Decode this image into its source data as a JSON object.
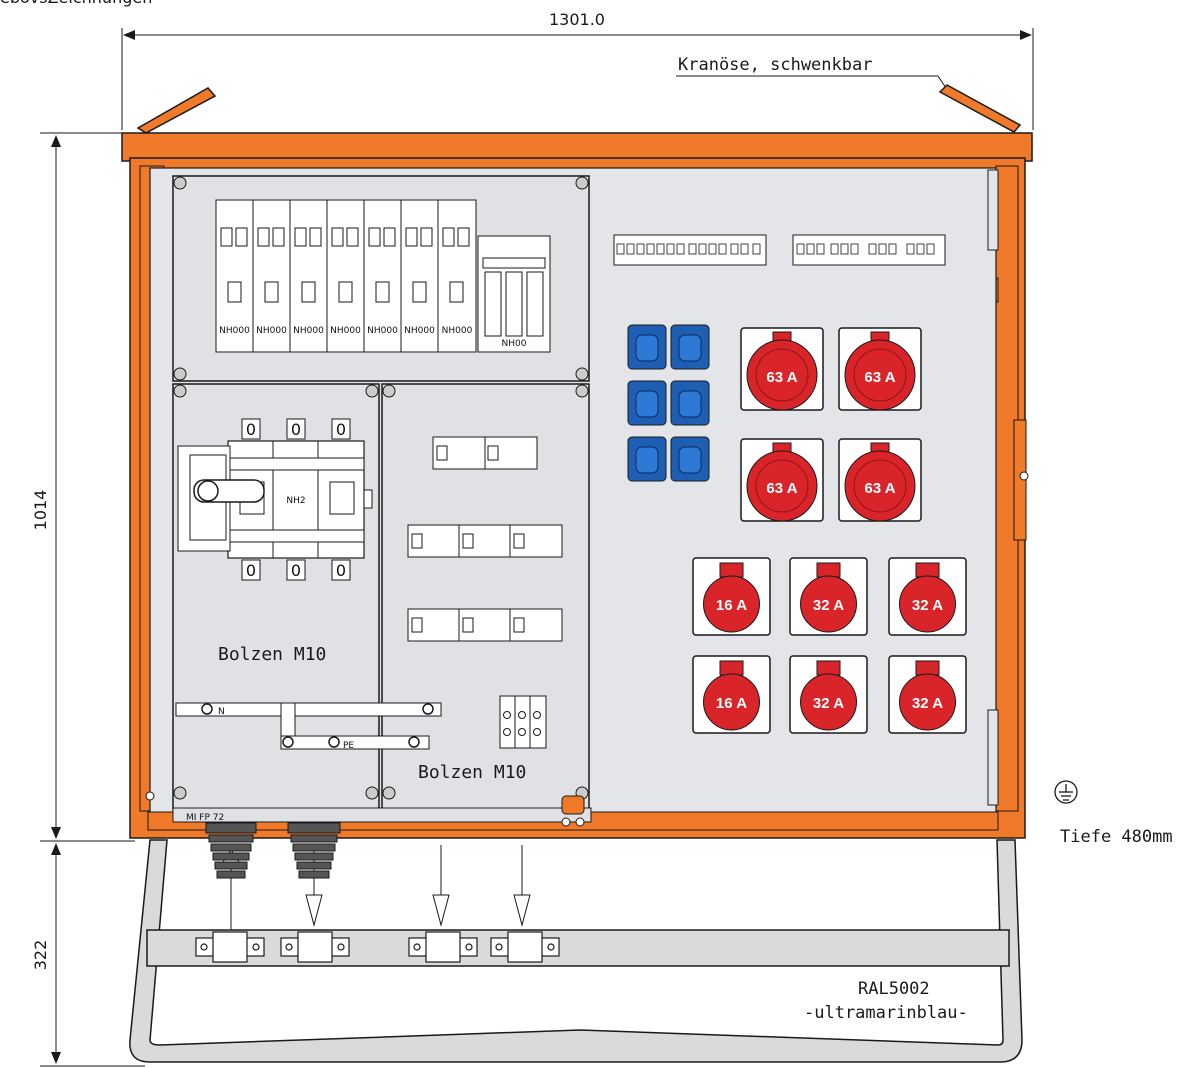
{
  "header_fragment": "ebovsZeichnungen",
  "dimensions": {
    "width": "1301.0",
    "height_main": "1014",
    "height_frame": "322"
  },
  "annotations": {
    "crane_eye": "Kranöse, schwenkbar",
    "bolt_left": "Bolzen M10",
    "bolt_right": "Bolzen M10",
    "depth": "Tiefe 480mm",
    "color_code": "RAL5002",
    "color_name": "-ultramarinblau-",
    "gland_plate": "MI FP 72",
    "neutral": "N",
    "protective_earth": "PE",
    "earth_symbol": "⏚"
  },
  "fuse_labels": [
    "NH000",
    "NH000",
    "NH000",
    "NH000",
    "NH000",
    "NH000",
    "NH000"
  ],
  "fuse_base_label": "NH00",
  "switch_label": "NH2",
  "switch_markers": [
    "0",
    "0",
    "0",
    "0",
    "0",
    "0"
  ],
  "sockets_63A": [
    "63 A",
    "63 A",
    "63 A",
    "63 A"
  ],
  "sockets_small": [
    "16 A",
    "32 A",
    "32 A",
    "16 A",
    "32 A",
    "32 A"
  ],
  "colors": {
    "enclosure": "#f07a2a",
    "panel": "#e3e5e8",
    "schuko_blue": "#1f5fb3",
    "cee_red": "#d9252a",
    "frame_gray": "#dadada",
    "outline": "#1a1a1a"
  }
}
